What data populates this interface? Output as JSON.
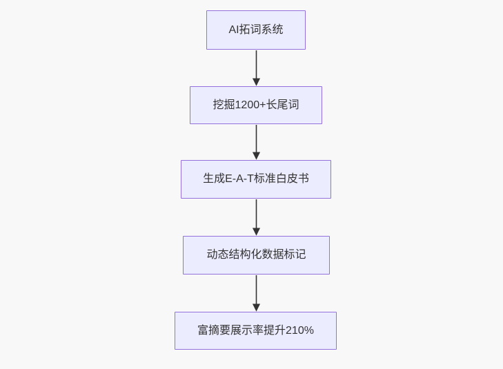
{
  "flowchart": {
    "direction": "top-down",
    "nodes": [
      {
        "label": "AI拓词系统"
      },
      {
        "label": "挖掘1200+长尾词"
      },
      {
        "label": "生成E-A-T标准白皮书"
      },
      {
        "label": "动态结构化数据标记"
      },
      {
        "label": "富摘要展示率提升210%"
      }
    ],
    "edges": [
      {
        "from": 0,
        "to": 1,
        "arrow": "down"
      },
      {
        "from": 1,
        "to": 2,
        "arrow": "down"
      },
      {
        "from": 2,
        "to": 3,
        "arrow": "down"
      },
      {
        "from": 3,
        "to": 4,
        "arrow": "down"
      }
    ],
    "colors": {
      "background": "#f8f8f8",
      "node_fill": "#ECECFF",
      "node_border": "#9370DB",
      "edge": "#333333",
      "text": "#333333"
    }
  }
}
